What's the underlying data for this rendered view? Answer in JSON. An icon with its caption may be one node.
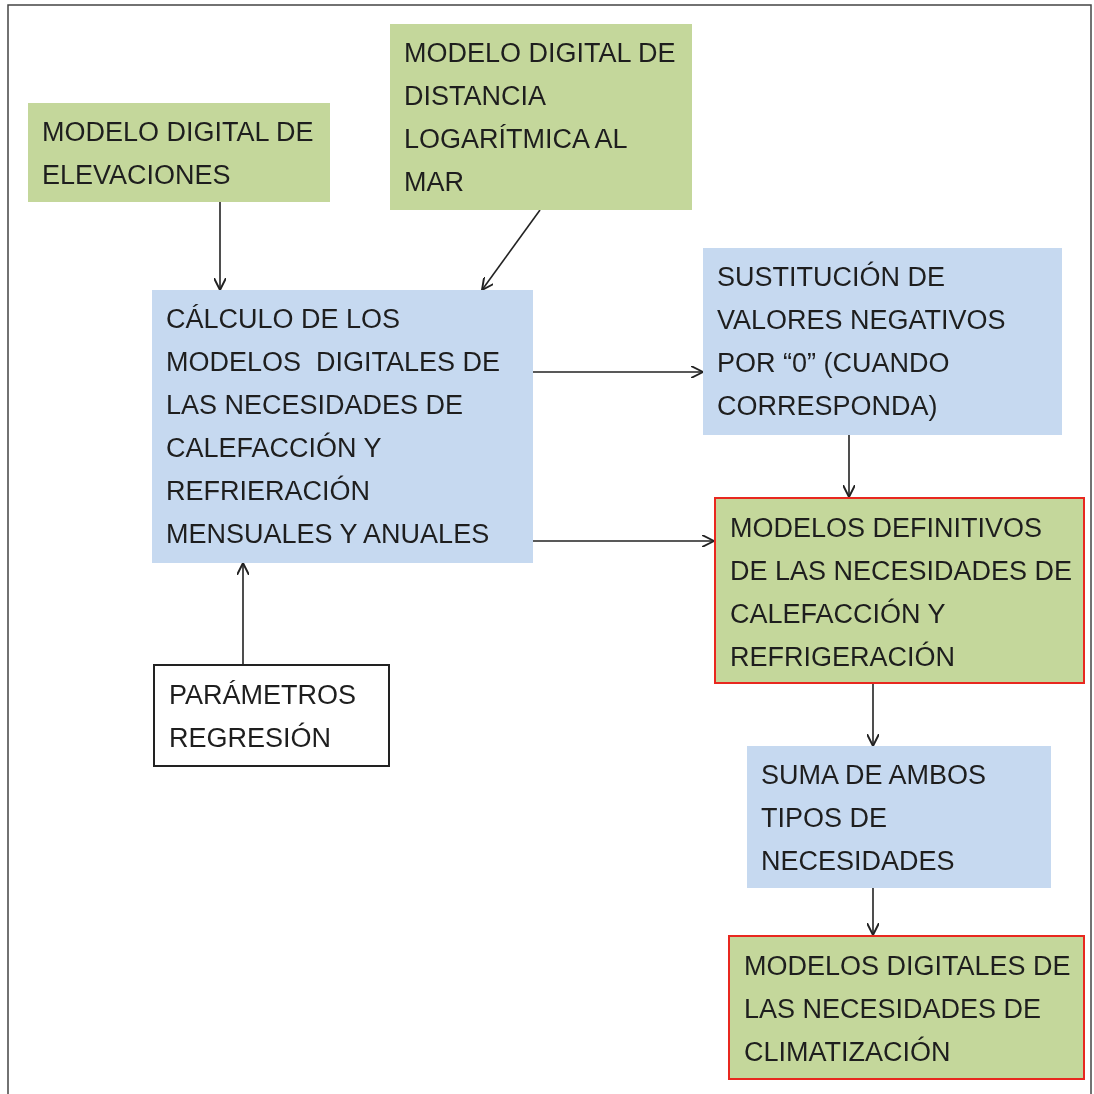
{
  "diagram": {
    "nodes": [
      {
        "text": [
          "MODELO DIGITAL DE ELEVACIONES"
        ]
      },
      {
        "text": [
          "MODELO DIGITAL DE DISTANCIA LOGARÍTMICA AL MAR"
        ]
      },
      {
        "text": [
          "CÁLCULO DE LOS MODELOS  DIGITALES DE LAS NECESIDADES DE CALEFACCIÓN Y REFRIERACIÓN MENSUALES Y ANUALES"
        ]
      },
      {
        "text": [
          "SUSTITUCIÓN DE VALORES NEGATIVOS POR “0” (CUANDO CORRESPONDA)"
        ]
      },
      {
        "text": [
          "MODELOS DEFINITIVOS DE LAS NECESIDADES DE CALEFACCIÓN Y REFRIGERACIÓN"
        ]
      },
      {
        "text": [
          "PARÁMETROS REGRESIÓN"
        ]
      },
      {
        "text": [
          "SUMA DE AMBOS TIPOS DE NECESIDADES"
        ]
      },
      {
        "text": [
          "MODELOS DIGITALES DE LAS NECESIDADES DE CLIMATIZACIÓN"
        ]
      }
    ],
    "edges": [
      {
        "from": 0,
        "to": 2,
        "arrow": "to"
      },
      {
        "from": 1,
        "to": 2,
        "arrow": "to"
      },
      {
        "from": 2,
        "to": 3,
        "arrow": "to"
      },
      {
        "from": 2,
        "to": 4,
        "arrow": "to"
      },
      {
        "from": 3,
        "to": 4,
        "arrow": "to"
      },
      {
        "from": 5,
        "to": 2,
        "arrow": "to"
      },
      {
        "from": 4,
        "to": 6,
        "arrow": "to"
      },
      {
        "from": 6,
        "to": 7,
        "arrow": "to"
      }
    ]
  }
}
